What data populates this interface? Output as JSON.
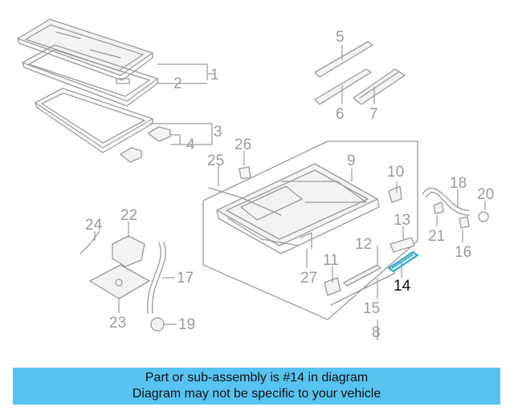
{
  "callouts": [
    {
      "id": "1",
      "highlighted": false
    },
    {
      "id": "2",
      "highlighted": false
    },
    {
      "id": "3",
      "highlighted": false
    },
    {
      "id": "4",
      "highlighted": false
    },
    {
      "id": "5",
      "highlighted": false
    },
    {
      "id": "6",
      "highlighted": false
    },
    {
      "id": "7",
      "highlighted": false
    },
    {
      "id": "8",
      "highlighted": false
    },
    {
      "id": "9",
      "highlighted": false
    },
    {
      "id": "10",
      "highlighted": false
    },
    {
      "id": "11",
      "highlighted": false
    },
    {
      "id": "12",
      "highlighted": false
    },
    {
      "id": "13",
      "highlighted": false
    },
    {
      "id": "14",
      "highlighted": true
    },
    {
      "id": "15",
      "highlighted": false
    },
    {
      "id": "16",
      "highlighted": false
    },
    {
      "id": "17",
      "highlighted": false
    },
    {
      "id": "18",
      "highlighted": false
    },
    {
      "id": "19",
      "highlighted": false
    },
    {
      "id": "20",
      "highlighted": false
    },
    {
      "id": "21",
      "highlighted": false
    },
    {
      "id": "22",
      "highlighted": false
    },
    {
      "id": "23",
      "highlighted": false
    },
    {
      "id": "24",
      "highlighted": false
    },
    {
      "id": "25",
      "highlighted": false
    },
    {
      "id": "26",
      "highlighted": false
    },
    {
      "id": "27",
      "highlighted": false
    }
  ],
  "banner": {
    "line1": "Part or sub-assembly is #14 in diagram",
    "line2": "Diagram may not be specific to your vehicle"
  },
  "colors": {
    "banner_bg": "#57c3f1",
    "highlight_part": "#2fa8c9",
    "line_art": "#9a9a9a",
    "highlight_text": "#111111"
  }
}
